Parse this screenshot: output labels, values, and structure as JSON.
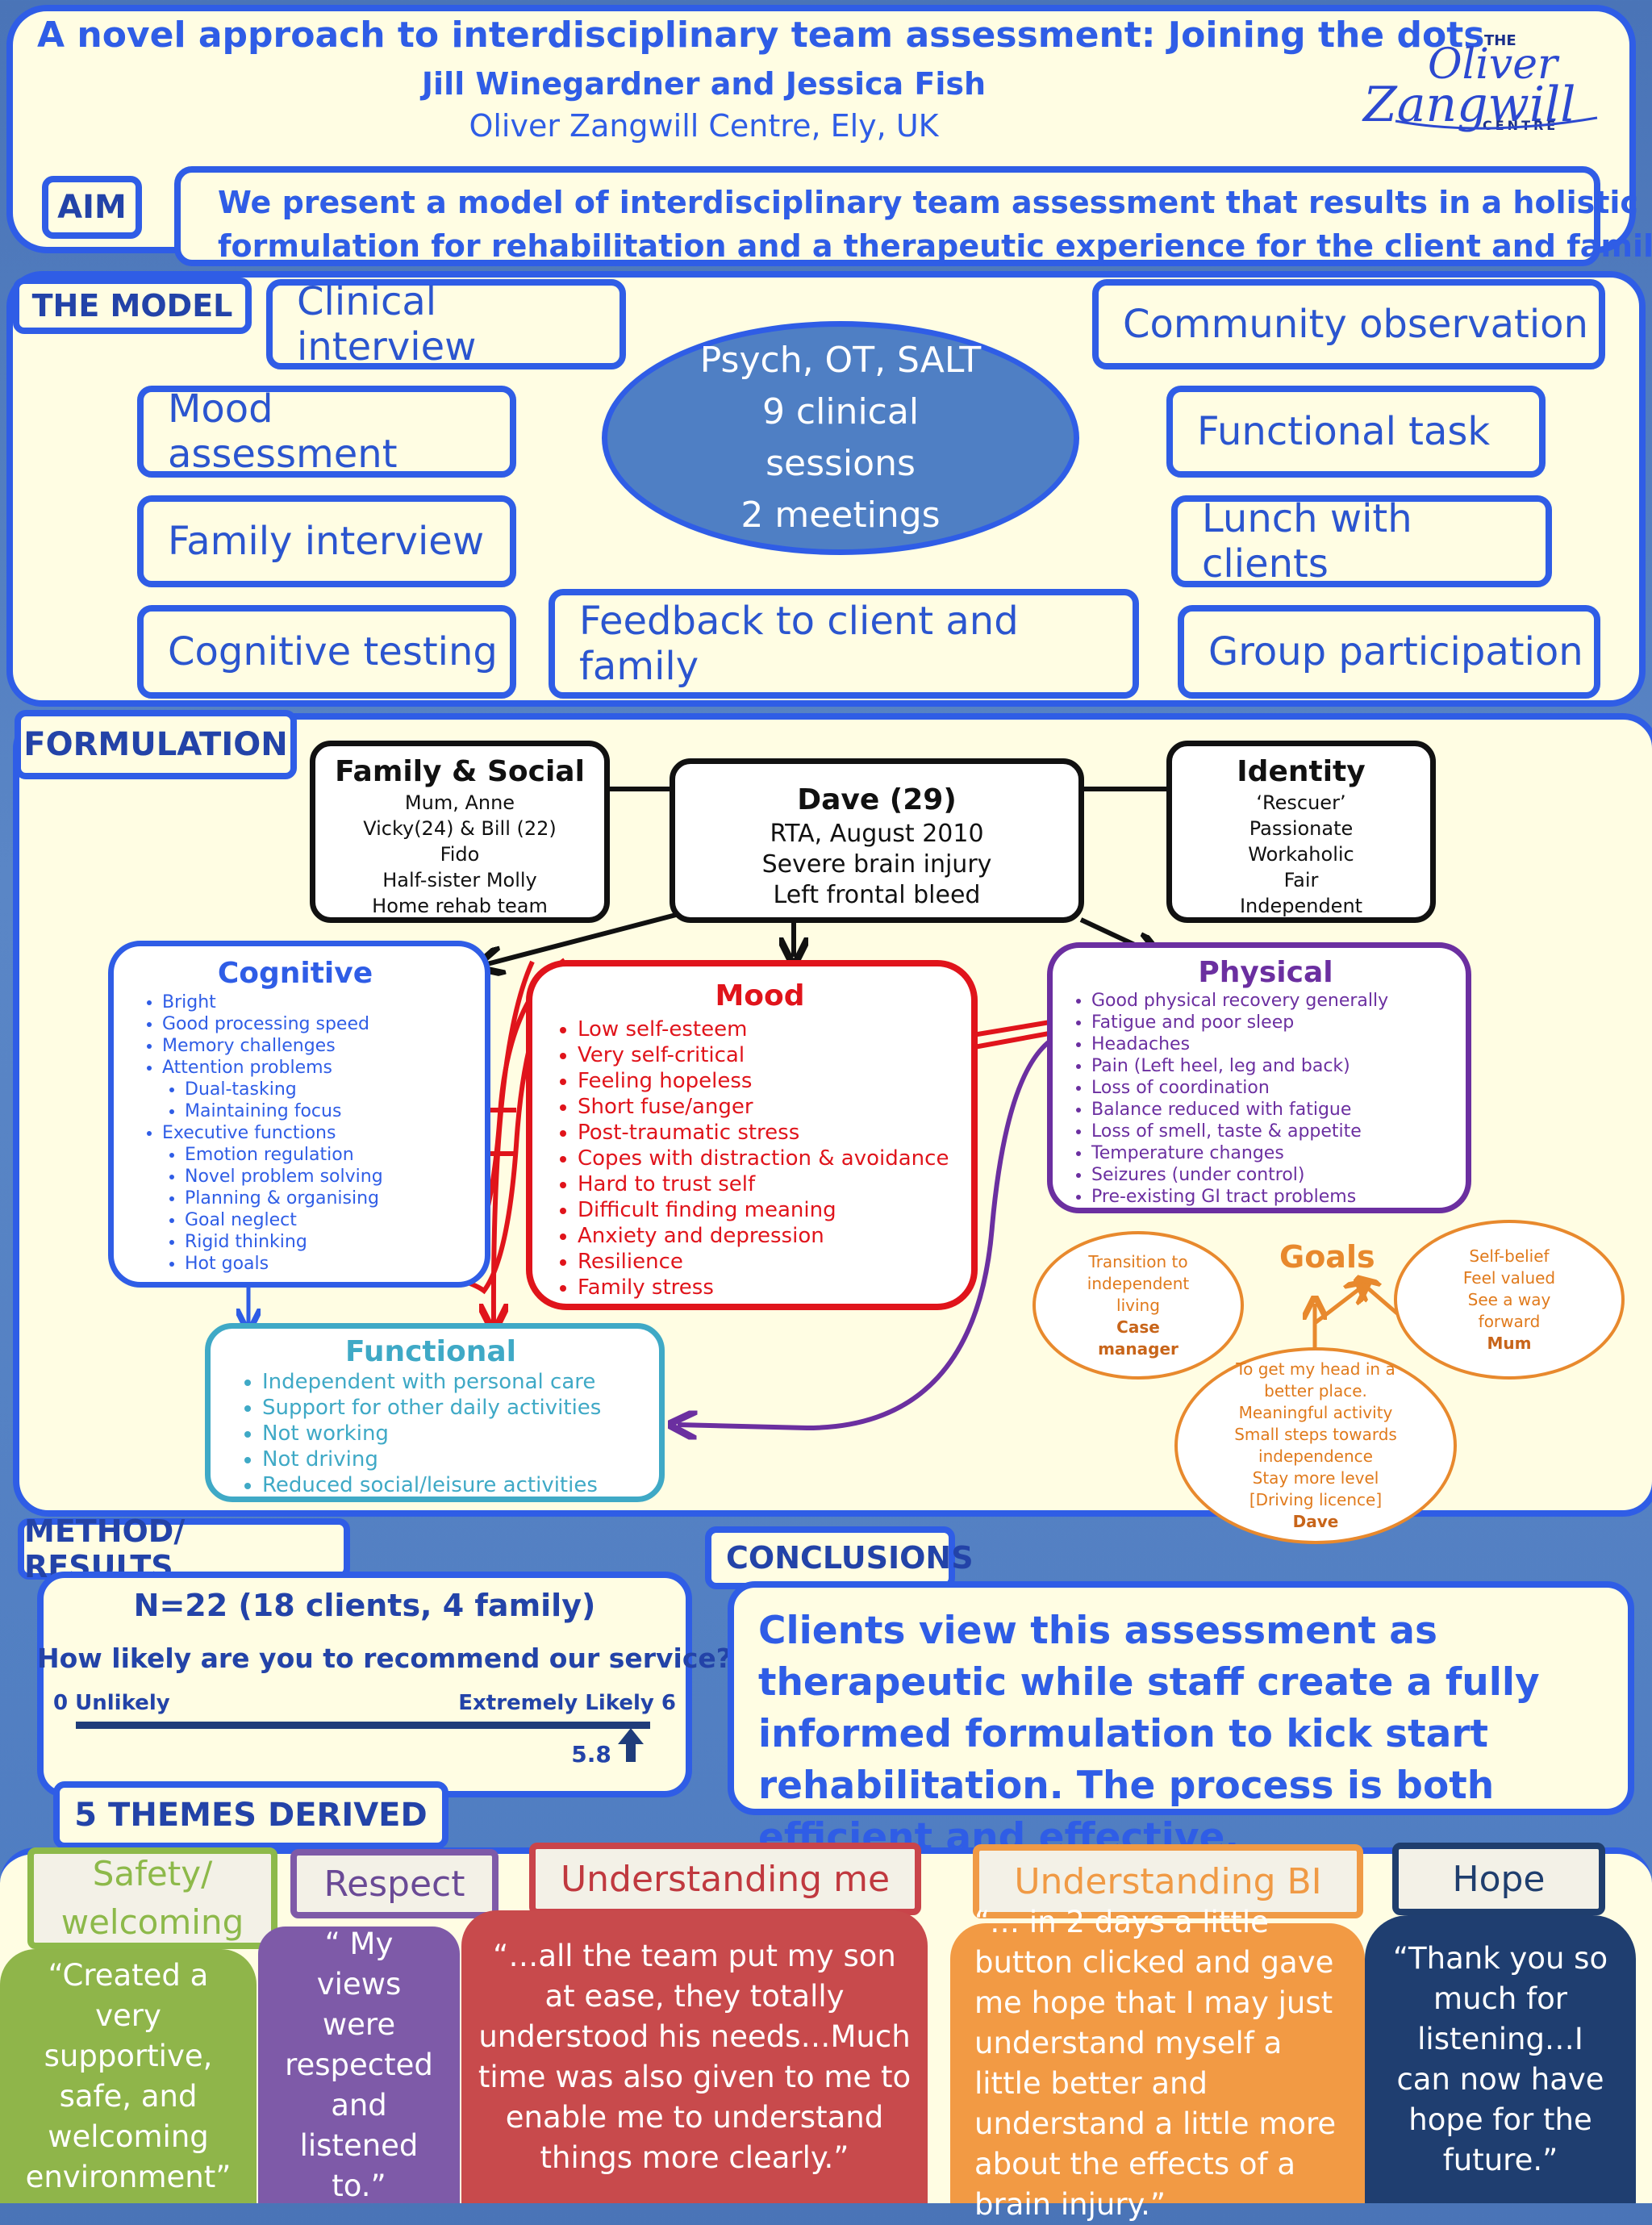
{
  "header": {
    "title": "A novel approach to interdisciplinary team assessment:  Joining the dots",
    "authors": "Jill Winegardner and  Jessica Fish",
    "affiliation": "Oliver Zangwill Centre, Ely, UK",
    "logo_text": [
      "THE",
      "Oliver",
      "Zangwill",
      "CENTRE"
    ]
  },
  "aim": {
    "label": "AIM",
    "line1": "We present a model of interdisciplinary team assessment that results in a holistic",
    "line2": "formulation for rehabilitation and a therapeutic experience for the client and family."
  },
  "model": {
    "label": "THE MODEL",
    "boxes": [
      "Clinical interview",
      "Community observation",
      "Mood assessment",
      "Functional task",
      "Family interview",
      "Lunch with clients",
      "Cognitive testing",
      "Feedback to client and family",
      "Group participation"
    ],
    "center": [
      "Psych, OT, SALT",
      "9 clinical",
      "sessions",
      "2 meetings"
    ]
  },
  "formulation": {
    "label": "FORMULATION",
    "family": {
      "title": "Family & Social",
      "lines": [
        "Mum, Anne",
        "Vicky(24) & Bill (22)",
        "Fido",
        "Half-sister Molly",
        "Home rehab team"
      ]
    },
    "dave": {
      "title": "Dave (29)",
      "lines": [
        "RTA, August 2010",
        "Severe brain injury",
        "Left frontal bleed"
      ]
    },
    "identity": {
      "title": "Identity",
      "lines": [
        "‘Rescuer’",
        "Passionate",
        "Workaholic",
        "Fair",
        "Independent"
      ]
    },
    "cognitive": {
      "title": "Cognitive",
      "items": [
        {
          "t": "Bright",
          "sub": false
        },
        {
          "t": "Good processing speed",
          "sub": false
        },
        {
          "t": "Memory challenges",
          "sub": false
        },
        {
          "t": "Attention problems",
          "sub": false
        },
        {
          "t": "Dual-tasking",
          "sub": true
        },
        {
          "t": "Maintaining focus",
          "sub": true
        },
        {
          "t": "Executive functions",
          "sub": false
        },
        {
          "t": "Emotion regulation",
          "sub": true
        },
        {
          "t": "Novel problem solving",
          "sub": true
        },
        {
          "t": "Planning & organising",
          "sub": true
        },
        {
          "t": "Goal neglect",
          "sub": true
        },
        {
          "t": "Rigid thinking",
          "sub": true
        },
        {
          "t": "Hot goals",
          "sub": true
        }
      ]
    },
    "mood": {
      "title": "Mood",
      "items": [
        "Low self-esteem",
        "Very self-critical",
        "Feeling hopeless",
        "Short fuse/anger",
        "Post-traumatic stress",
        "Copes with distraction & avoidance",
        "Hard to trust self",
        "Difficult finding meaning",
        "Anxiety and depression",
        "Resilience",
        "Family stress"
      ]
    },
    "physical": {
      "title": "Physical",
      "items": [
        "Good physical recovery generally",
        "Fatigue and poor sleep",
        "Headaches",
        "Pain (Left heel, leg and back)",
        "Loss of coordination",
        "Balance reduced with fatigue",
        "Loss of smell, taste & appetite",
        "Temperature changes",
        "Seizures (under control)",
        "Pre-existing GI tract problems"
      ]
    },
    "functional": {
      "title": "Functional",
      "items": [
        "Independent with personal care",
        "Support for other daily activities",
        "Not working",
        "Not driving",
        "Reduced social/leisure activities"
      ]
    },
    "goals": {
      "title": "Goals",
      "left": [
        "Transition to",
        "independent",
        "living"
      ],
      "left_who": "Case manager",
      "right": [
        "Self-belief",
        "Feel valued",
        "See a way",
        "forward"
      ],
      "right_who": "Mum",
      "bottom": [
        "To get my head in a",
        "better place.",
        "Meaningful activity",
        "Small steps towards",
        "independence",
        "Stay more level",
        "[Driving licence]"
      ],
      "bottom_who": "Dave"
    }
  },
  "method": {
    "label": "METHOD/ RESULTS",
    "n": "N=22 (18 clients, 4 family)",
    "question": "How likely are you to recommend our service?",
    "scale_min_label": "0 Unlikely",
    "scale_max_label": "Extremely Likely 6",
    "score_label": "5.8",
    "score": 5.8,
    "scale_max": 6
  },
  "conclusions": {
    "label": "CONCLUSIONS",
    "text": "Clients view this assessment as therapeutic while staff create a fully informed formulation to kick start rehabilitation. The process is both efficient and effective."
  },
  "themes": {
    "label": "5 THEMES DERIVED",
    "items": [
      {
        "name": "Safety/ welcoming",
        "quote": "“Created a very supportive, safe, and welcoming environment”"
      },
      {
        "name": "Respect",
        "quote": "“ My views were respected and listened to.”"
      },
      {
        "name": "Understanding me",
        "quote": "“…all the team put my son at ease, they totally understood his needs…Much time was also given to me to enable me to understand things more clearly.”"
      },
      {
        "name": "Understanding BI",
        "quote": "“…  in 2 days a little button clicked and gave me hope that I may just understand myself a little better and understand a little more about the effects of a brain injury.”"
      },
      {
        "name": "Hope",
        "quote": "“Thank you so much for listening…I can now have hope for the future.”"
      }
    ]
  },
  "colors": {
    "blue_border": "#2f5de6",
    "mood_red": "#e0141b",
    "physical_purple": "#6b2fa0",
    "functional_teal": "#3fa9c6",
    "goals_orange": "#e8892d"
  }
}
